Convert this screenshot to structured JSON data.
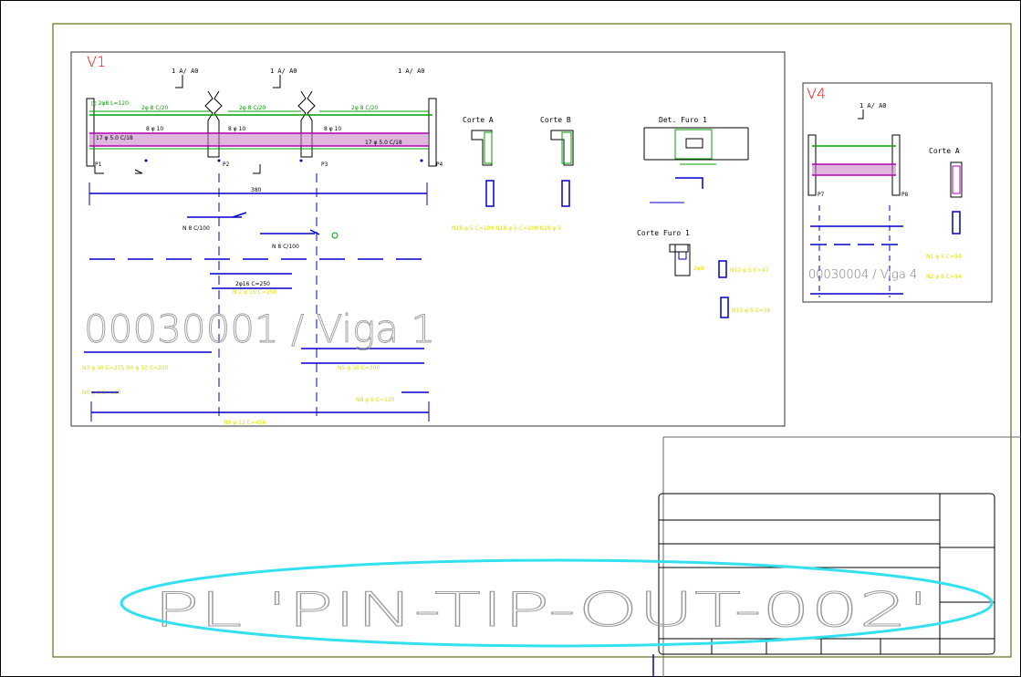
{
  "colors": {
    "sheet_border": "#6b6b1a",
    "viewport": "#333333",
    "rebar_green": "#00a000",
    "stirrup_magenta": "#b000b0",
    "rebar_blue": "#0000c8",
    "dim_yellow": "#e0e000",
    "label_red": "#ff0000",
    "highlight_cyan": "#33e0f0",
    "ink": "#000000",
    "ghost": "#aaaaaa"
  },
  "viewport_v1": {
    "tag": "V1",
    "title": "00030001 / Viga 1",
    "section_marks": [
      "1 A/ A0",
      "1 A/ A0",
      "1 A/ A0"
    ],
    "cut_titles": [
      "Corte A",
      "Corte B"
    ],
    "detail_title": "Det. Furo 1",
    "hole_cut_title": "Corte Furo 1",
    "support_labels": [
      "P1",
      "P2",
      "P3",
      "P4"
    ]
  },
  "viewport_v4": {
    "tag": "V4",
    "title": "00030004 / Viga 4",
    "section_mark": "1 A/ A0",
    "cut_title": "Corte A",
    "support_labels": [
      "P7",
      "P8"
    ]
  },
  "sheet": {
    "name": "PL 'PIN-TIP-OUT-002'"
  }
}
